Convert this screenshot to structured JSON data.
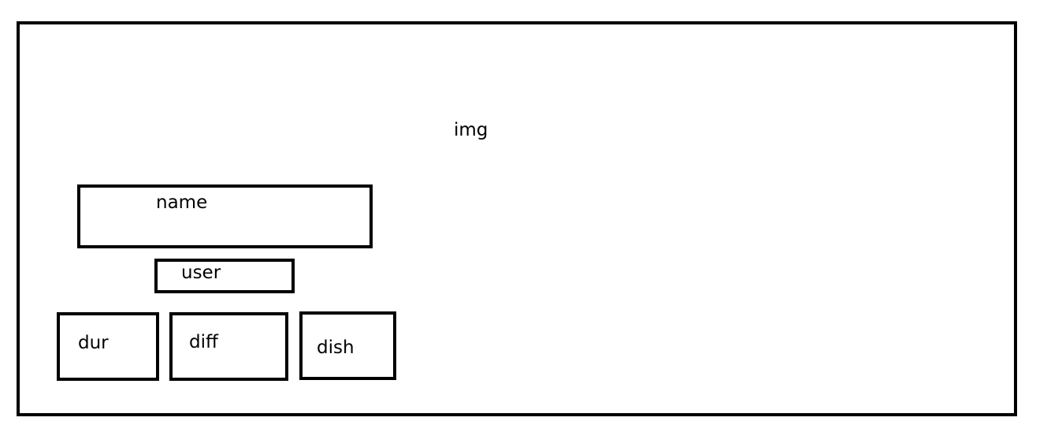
{
  "wireframe": {
    "image_label": "img",
    "name_label": "name",
    "user_label": "user",
    "duration_label": "dur",
    "difficulty_label": "diff",
    "dish_label": "dish"
  }
}
